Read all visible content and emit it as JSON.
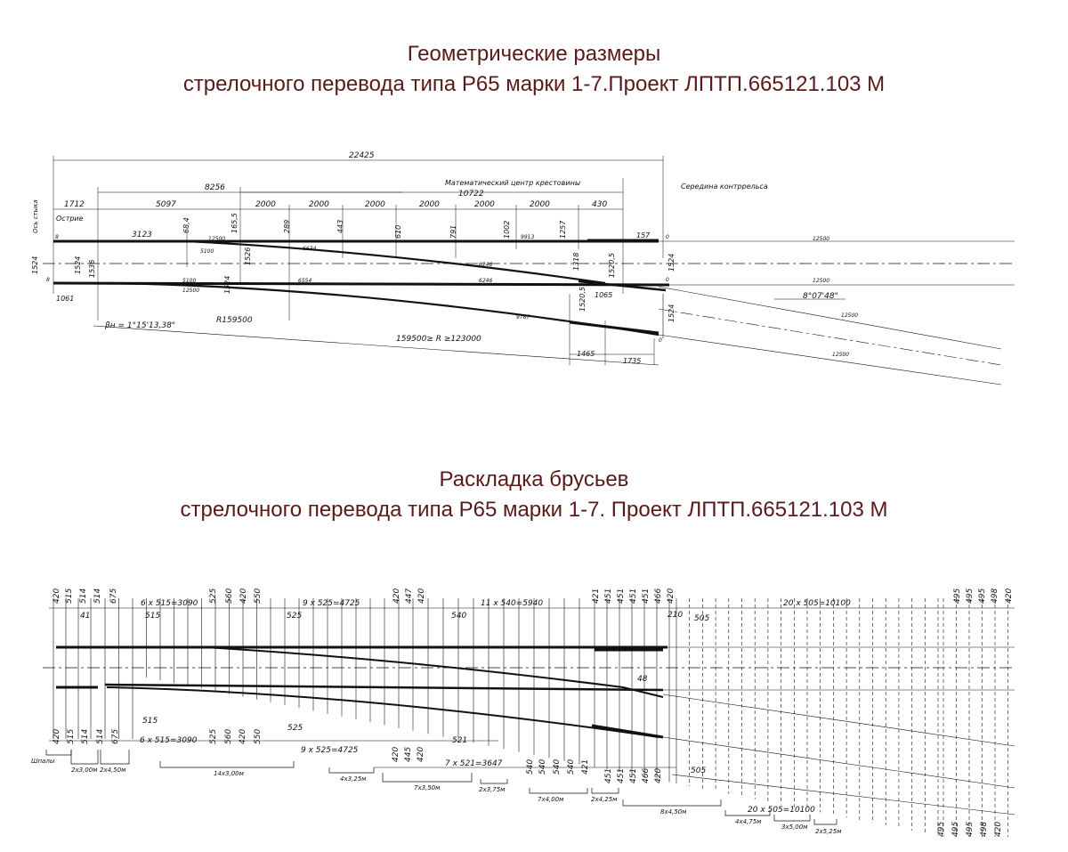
{
  "section1": {
    "title_line1": "Геометрические размеры",
    "title_line2": "стрелочного перевода типа Р65 марки 1-7.Проект ЛПТП.665121.103 М",
    "labels": {
      "total": "22425",
      "d8256": "8256",
      "d1712": "1712",
      "d5097": "5097",
      "d2000": "2000",
      "d430": "430",
      "d10722": "10722",
      "d3123": "3123",
      "d68_4": "68,4",
      "d165_5": "165,5",
      "d289": "289",
      "d443": "443",
      "d610": "610",
      "d791": "791",
      "d1002": "1002",
      "d1257": "1257",
      "d157": "157",
      "d12500": "12500",
      "d5100": "5100",
      "d6634": "6634",
      "d6246": "6246",
      "d9913": "9913",
      "d1318": "1318",
      "d1520_5": "1520,5",
      "d1524": "1524",
      "d1536": "1536",
      "d1526": "1526",
      "d6554": "6554",
      "d9787": "9787",
      "d1065": "1065",
      "d1061": "1061",
      "d1465": "1465",
      "d1735": "1735",
      "zero": "0",
      "eight": "8",
      "angle": "8°07'48\"",
      "beta": "βн = 1°15'13,38\"",
      "r159500": "R159500",
      "r_range": "159500≥ R ≥123000",
      "math_center": "Математический центр крестовины",
      "contr_mid": "Середина контррельса",
      "axis_joint": "Ось стыка",
      "tip": "Острие"
    }
  },
  "section2": {
    "title_line1": "Раскладка брусьев",
    "title_line2": "стрелочного перевода типа Р65 марки 1-7. Проект ЛПТП.665121.103 М",
    "labels": {
      "d420": "420",
      "d515": "515",
      "d514": "514",
      "d675": "675",
      "d41": "41",
      "d6x515": "6 x 515=3090",
      "d525": "525",
      "d560": "560",
      "d550": "550",
      "d9x525": "9 x 525=4725",
      "d447": "447",
      "d540": "540",
      "d11x540": "11 x 540=5940",
      "d421": "421",
      "d451": "451",
      "d466": "466",
      "d210": "210",
      "d505": "505",
      "d20x505": "20 x 505=10100",
      "d495": "495",
      "d498": "498",
      "d48": "48",
      "d445": "445",
      "d521": "521",
      "d7x521": "7 x 521=3647",
      "shpaly": "Шпалы",
      "g1": "2x3,00м",
      "g2": "2x4,50м",
      "g3": "14x3,00м",
      "g4": "4x3,25м",
      "g5": "7x3,50м",
      "g6": "2x3,75м",
      "g7": "7x4,00м",
      "g8": "2x4,25м",
      "g9": "8x4,50м",
      "g10": "4x4,75м",
      "g11": "3x5,00м",
      "g12": "2x5,25м"
    }
  }
}
